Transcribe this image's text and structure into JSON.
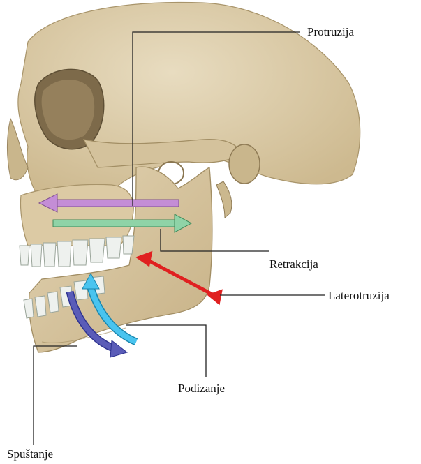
{
  "labels": {
    "protrusion": "Protruzija",
    "retraction": "Retrakcija",
    "laterotrusion": "Laterotruzija",
    "elevation": "Podizanje",
    "depression": "Spuštanje"
  },
  "colors": {
    "bone": "#dccaa4",
    "bone_shadow": "#b8a47c",
    "teeth": "#eef1ee",
    "protrusion_arrow": "#c48dd6",
    "retraction_arrow": "#8fd3a7",
    "laterotrusion_arrow": "#e02020",
    "elevation_arrow": "#49c4ef",
    "depression_arrow": "#5a5cb8",
    "leader_line": "#222222"
  }
}
